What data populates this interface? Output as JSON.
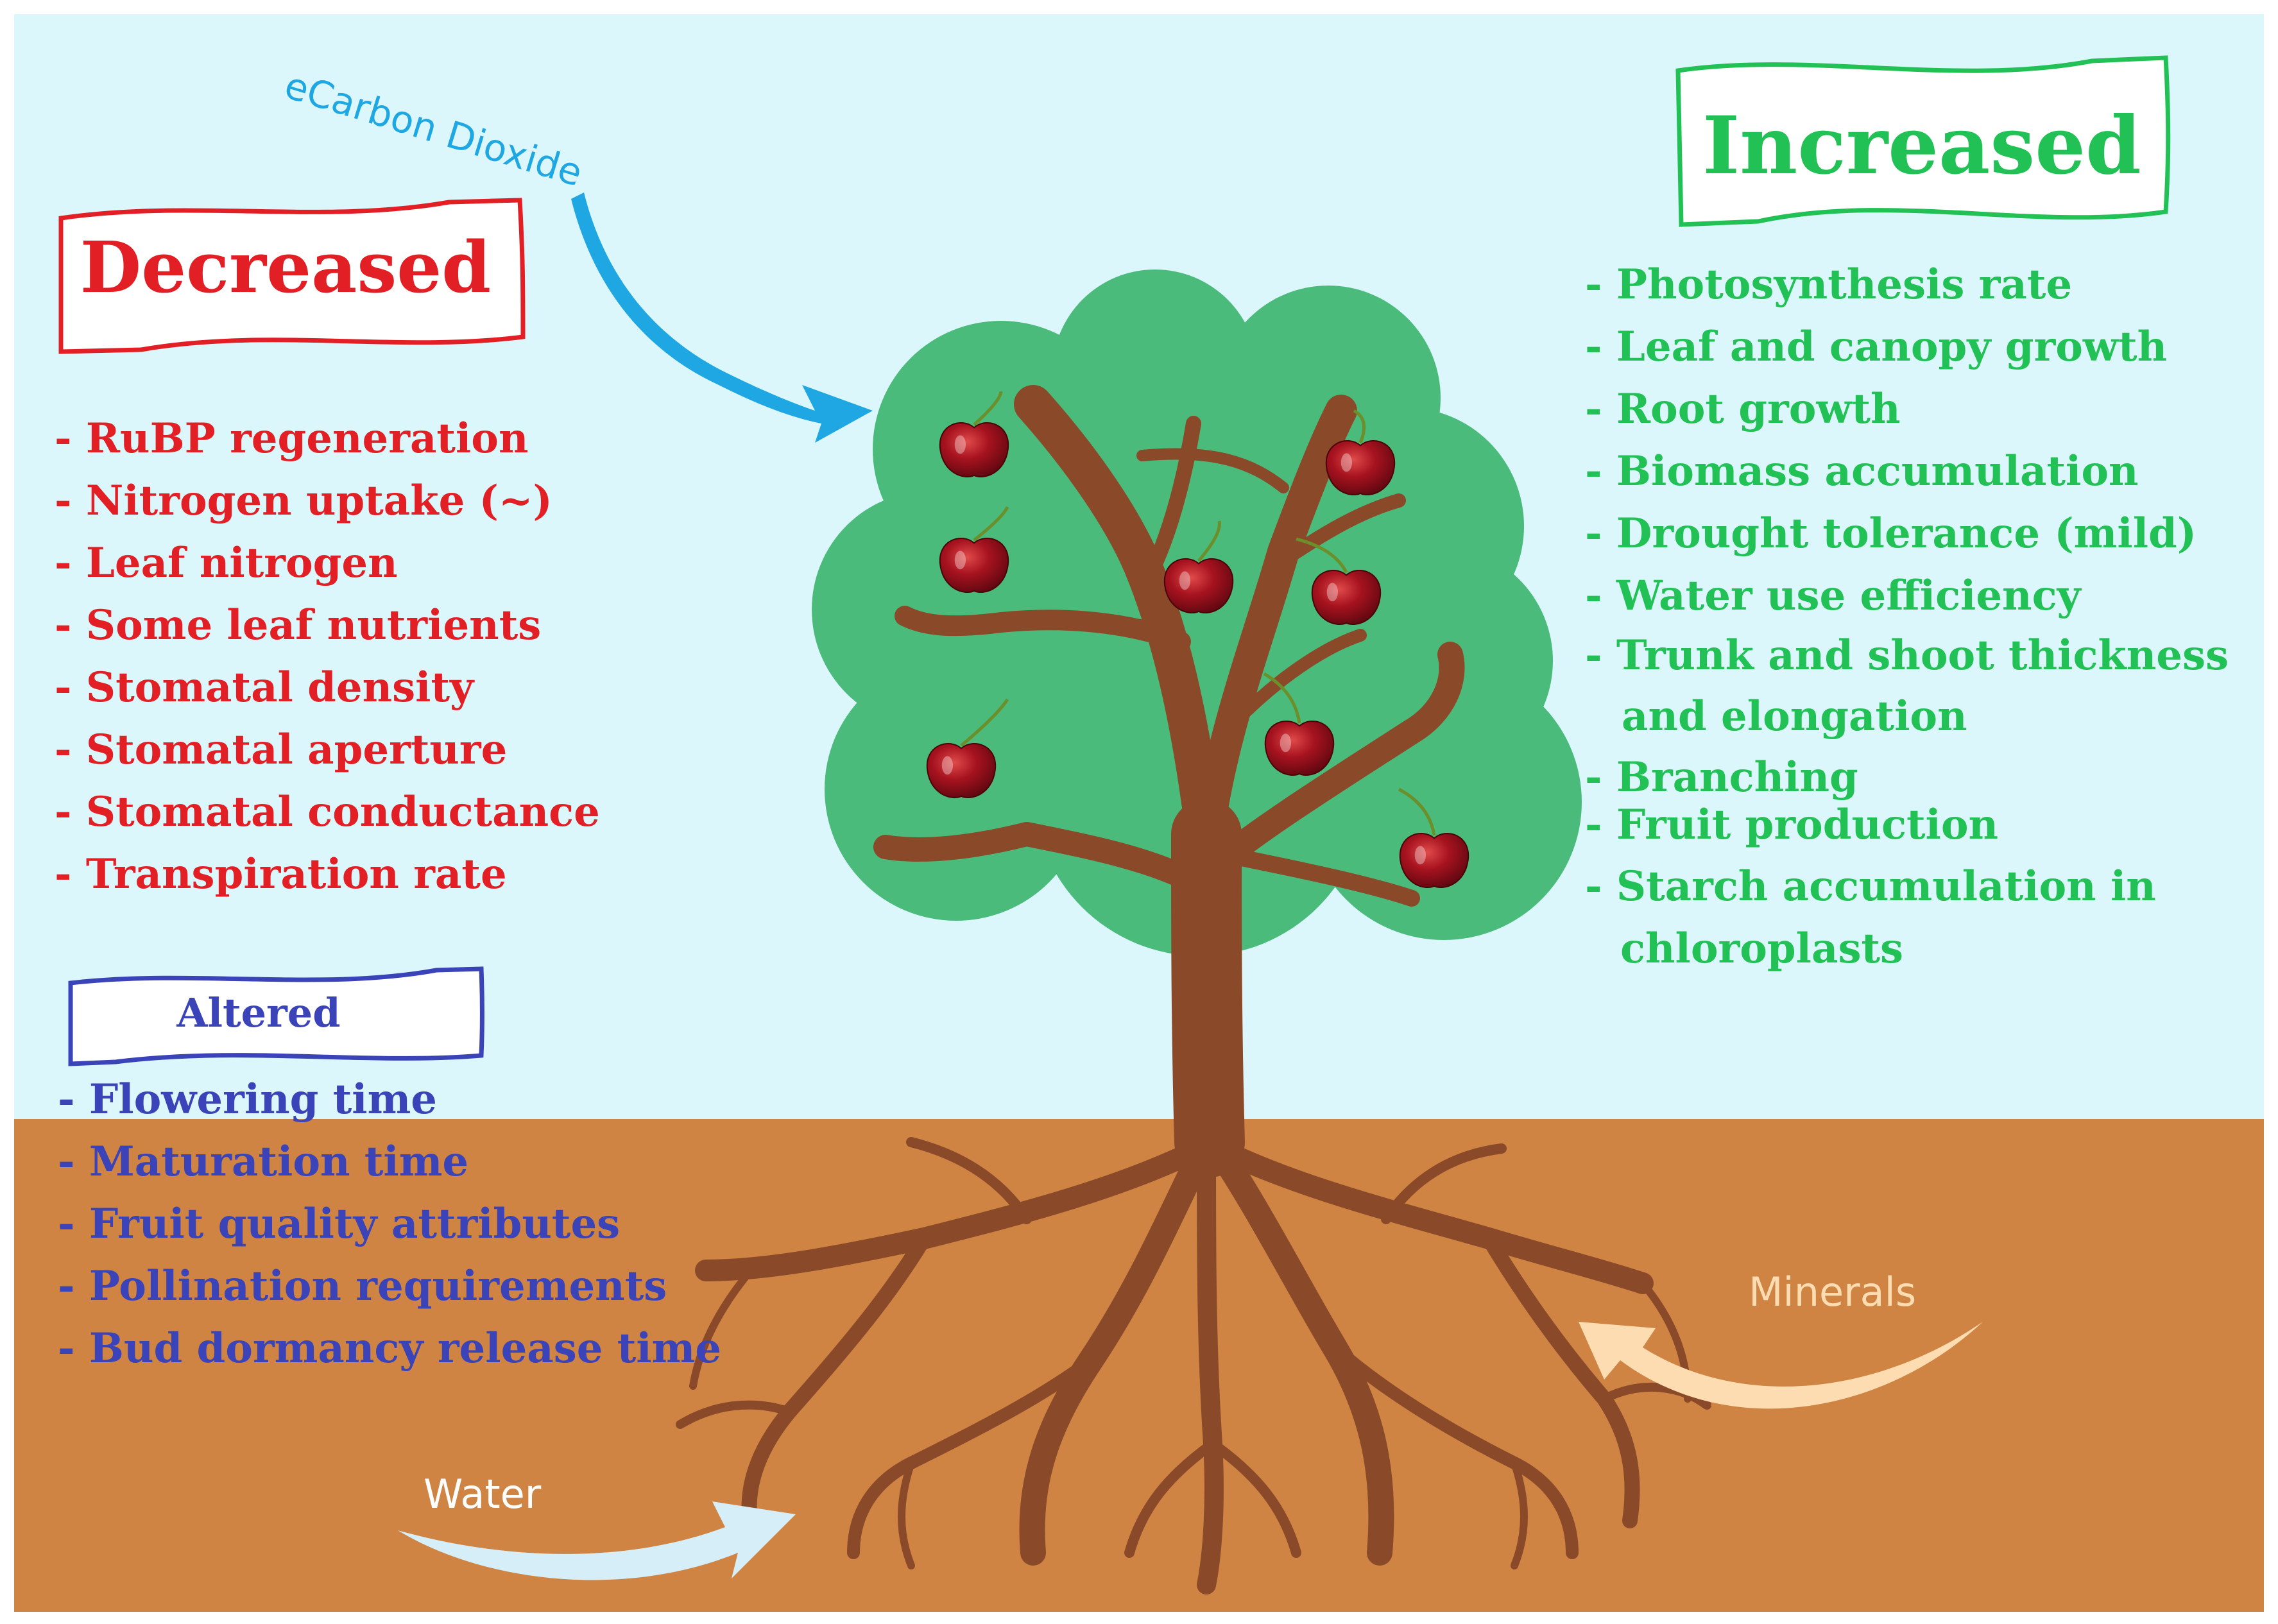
{
  "stimulus": {
    "label": "eCarbon Dioxide",
    "color": "#1ea7e2"
  },
  "decreased": {
    "title": "Decreased",
    "color": "#e31f26",
    "items": [
      "- RuBP regeneration",
      "- Nitrogen uptake (~)",
      "- Leaf nitrogen",
      "- Some leaf nutrients",
      "- Stomatal density",
      "- Stomatal aperture",
      "- Stomatal conductance",
      "- Transpiration rate"
    ]
  },
  "increased": {
    "title": "Increased",
    "color": "#22c155",
    "items": [
      "- Photosynthesis rate",
      "- Leaf and canopy growth",
      "- Root growth",
      "- Biomass accumulation",
      "- Drought tolerance (mild)",
      "- Water use efficiency",
      "- Trunk and shoot thickness",
      "and elongation",
      "- Branching",
      "- Fruit production",
      "- Starch accumulation in",
      "chloroplasts"
    ]
  },
  "altered": {
    "title": "Altered",
    "color": "#3a43b8",
    "items": [
      "- Flowering time",
      "- Maturation time",
      "- Fruit quality attributes",
      "- Pollination requirements",
      "- Bud dormancy release time"
    ]
  },
  "inputs": {
    "water": "Water",
    "minerals": "Minerals"
  },
  "colors": {
    "sky": "#dcf7fc",
    "soil": "#cf8444",
    "trunk": "#8a4a29",
    "canopy": "#4bbb7b",
    "cherry": "#a7131f"
  }
}
